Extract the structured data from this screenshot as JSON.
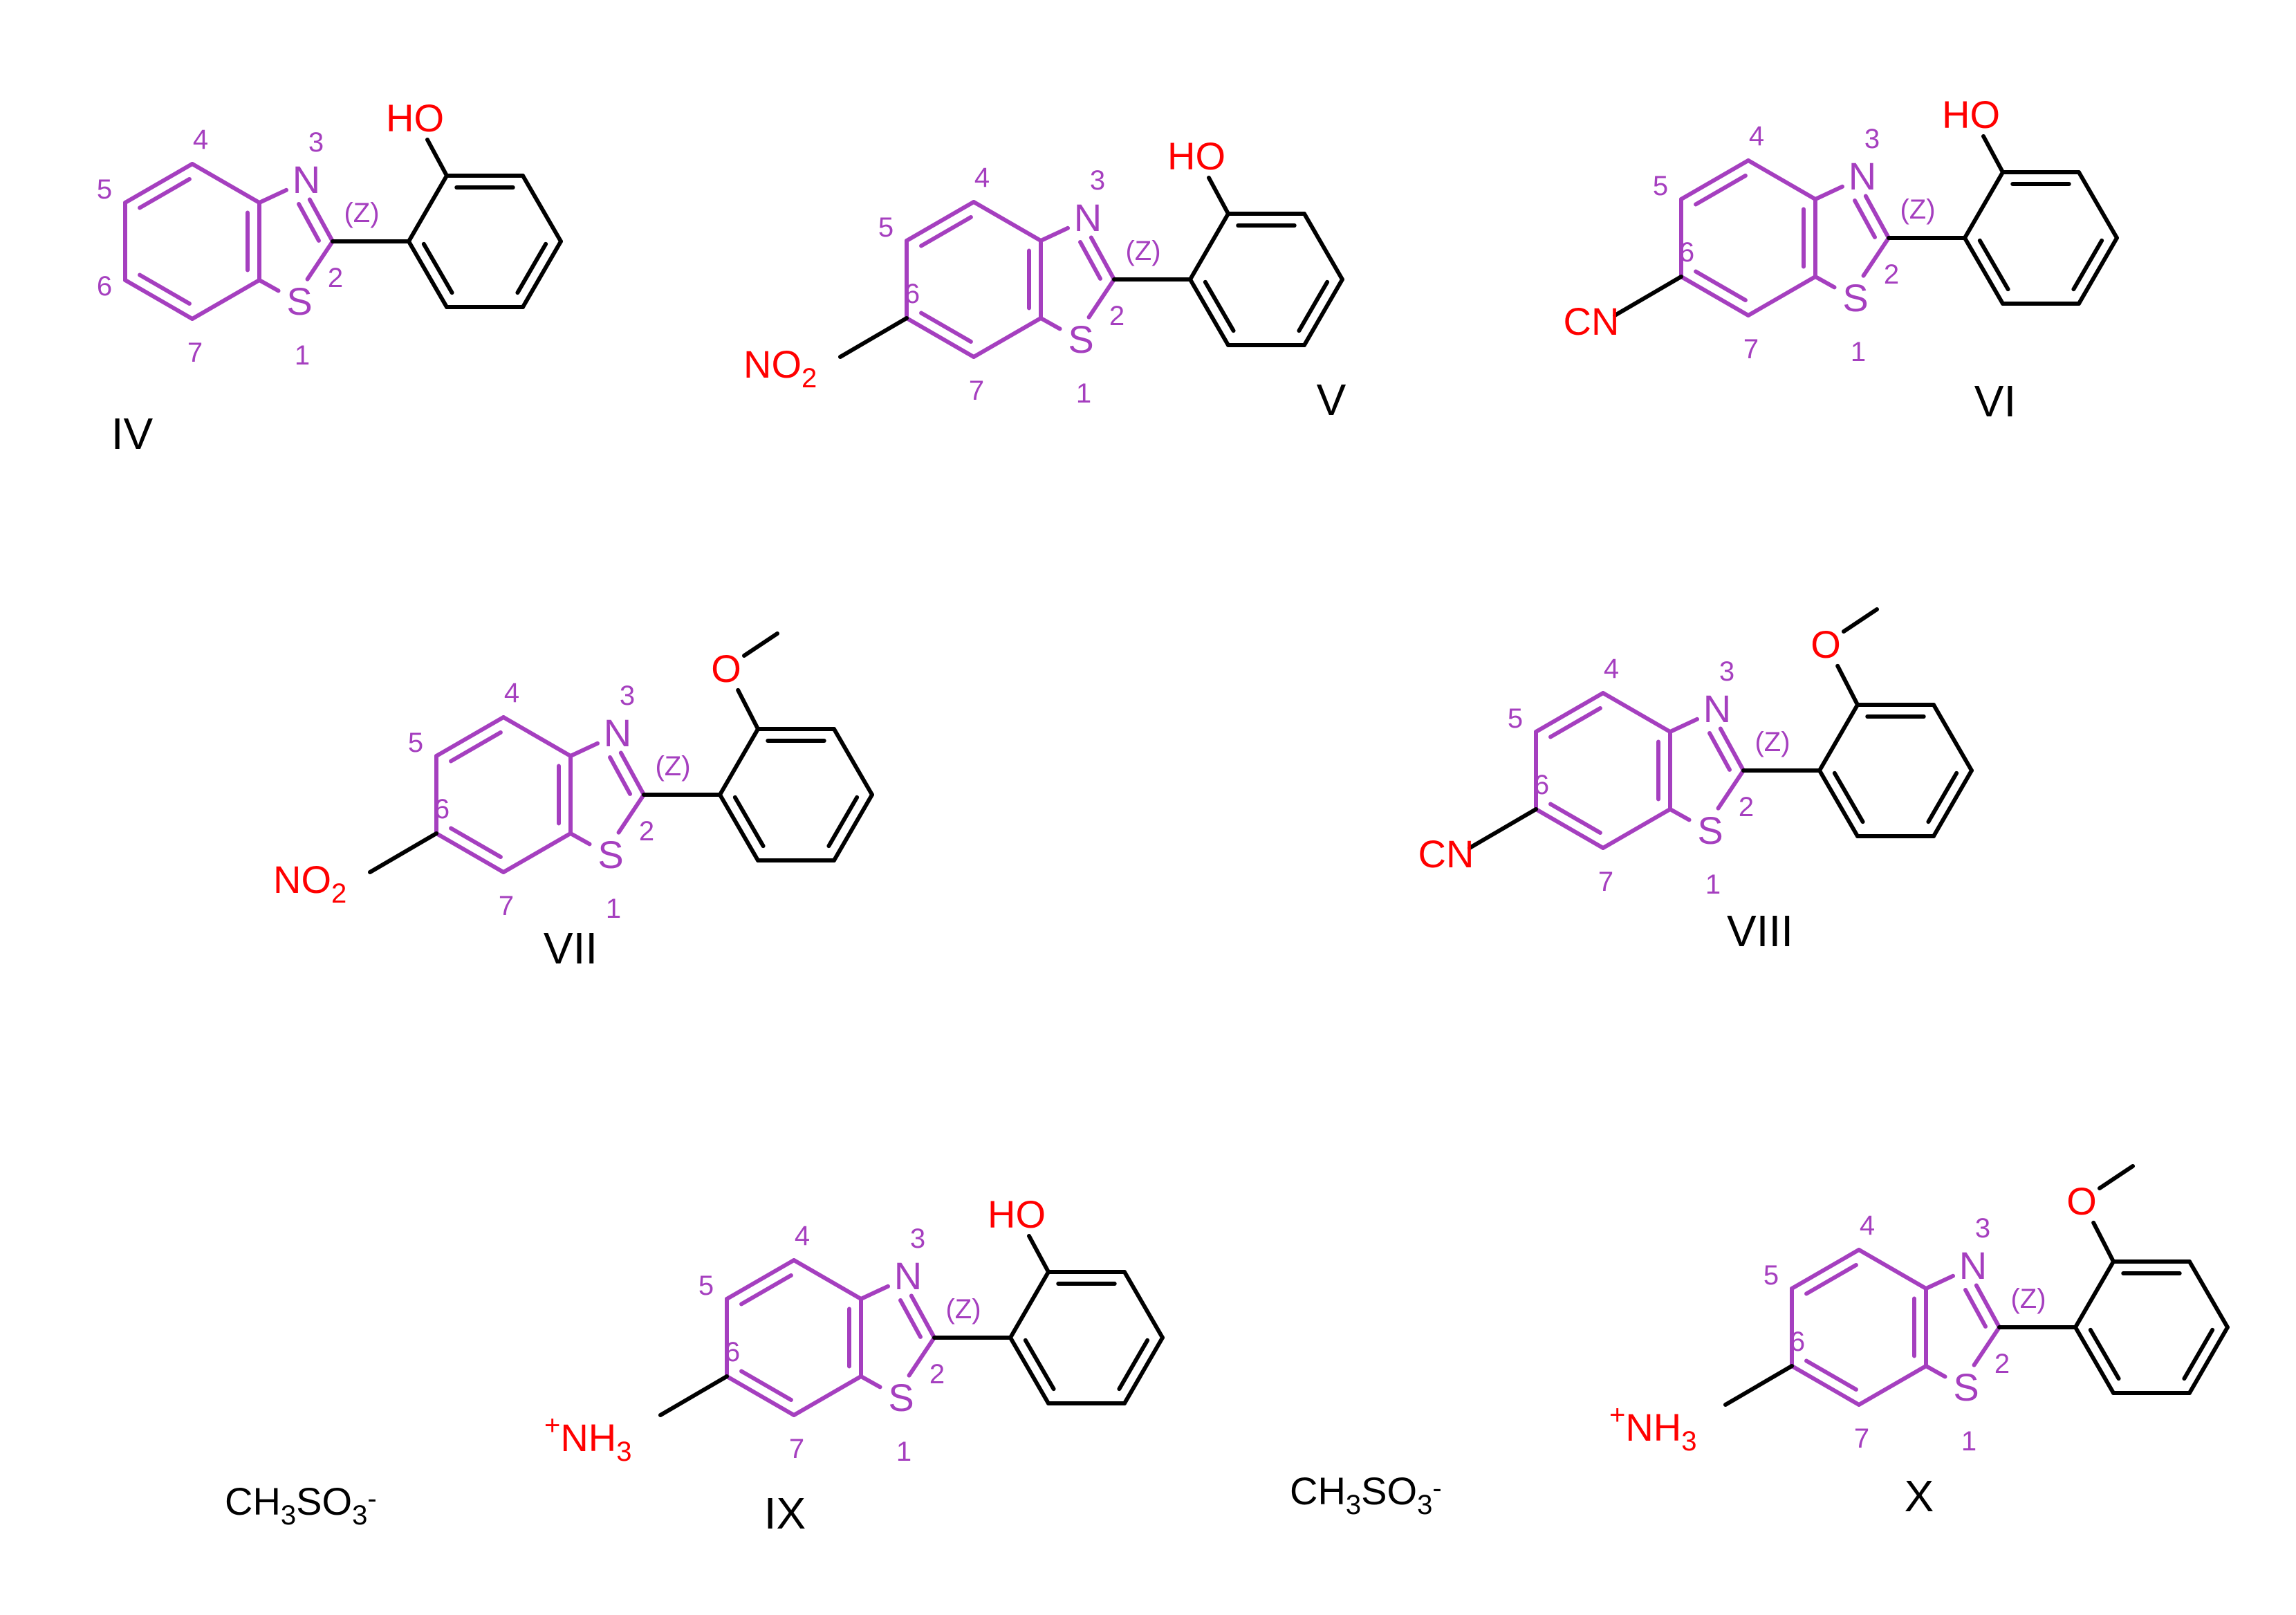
{
  "colors": {
    "core": "#a53fbf",
    "substituent": "#ff0000",
    "bond": "#000000",
    "label": "#000000"
  },
  "locants": {
    "n1": "1",
    "n2": "2",
    "n3": "3",
    "n4": "4",
    "n5": "5",
    "n6": "6",
    "n7": "7"
  },
  "stereo": "(Z)",
  "atoms": {
    "N": "N",
    "S": "S",
    "O": "O",
    "OH": "HO",
    "CN": "CN",
    "NO": "NO",
    "sub2": "2",
    "NH": "NH",
    "sub3": "3",
    "plus": "+"
  },
  "counterion": {
    "a": "CH",
    "s3": "3",
    "b": "SO",
    "s3b": "3",
    "minus": "-"
  },
  "compounds": [
    {
      "id": "IV",
      "label": "IV"
    },
    {
      "id": "V",
      "label": "V"
    },
    {
      "id": "VI",
      "label": "VI"
    },
    {
      "id": "VII",
      "label": "VII"
    },
    {
      "id": "VIII",
      "label": "VIII"
    },
    {
      "id": "IX",
      "label": "IX"
    },
    {
      "id": "X",
      "label": "X"
    }
  ]
}
